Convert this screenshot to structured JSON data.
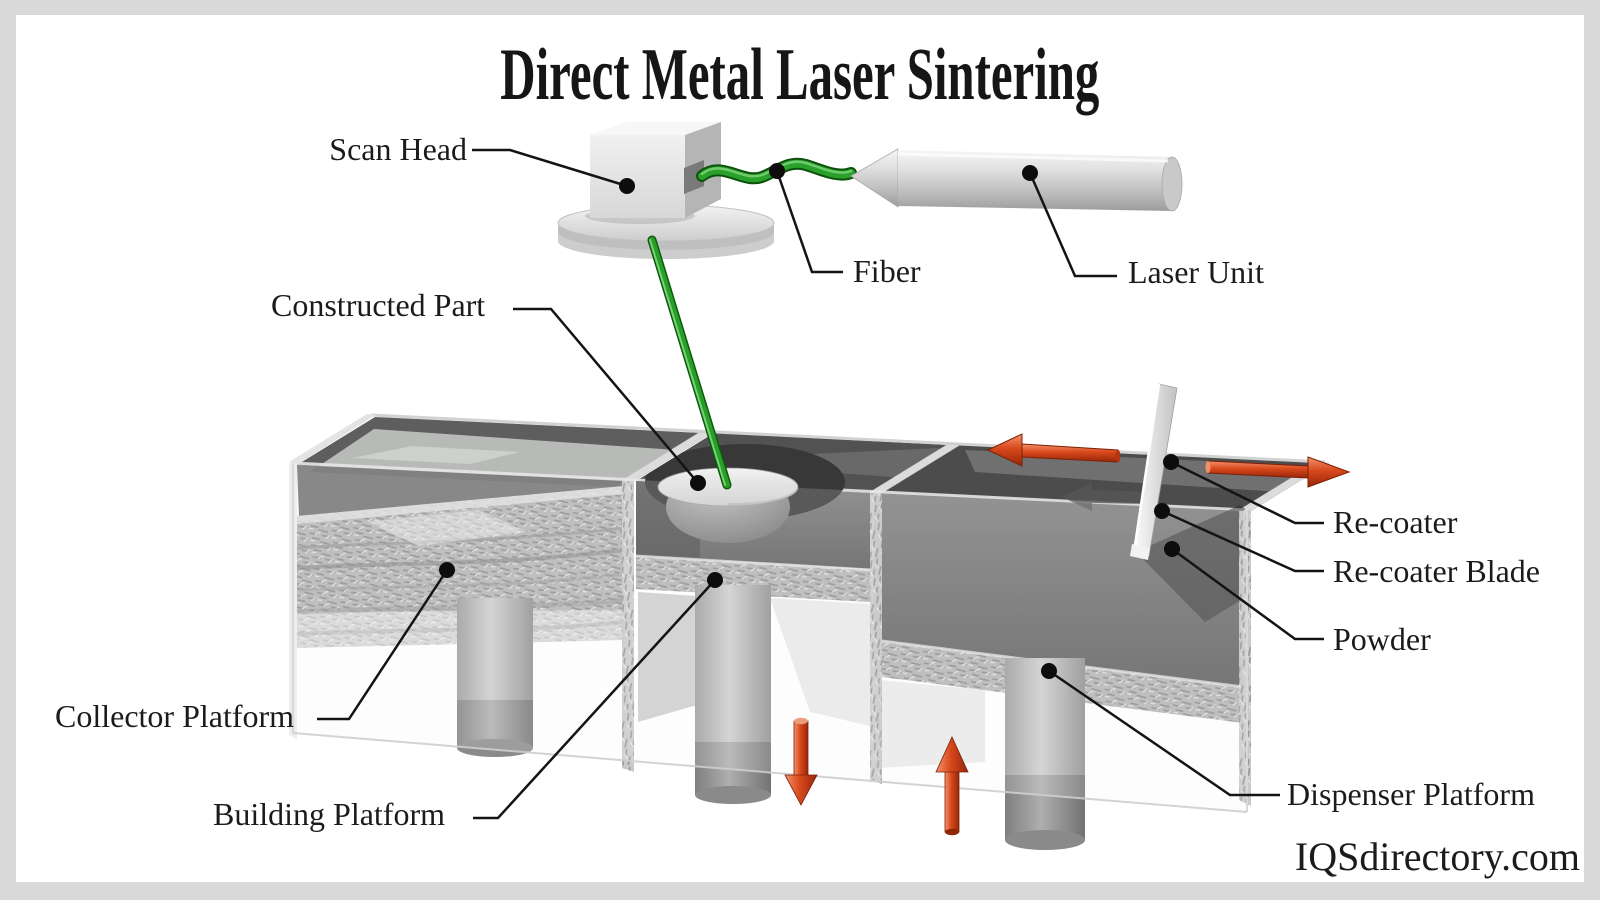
{
  "title": "Direct Metal Laser Sintering",
  "watermark": "IQSdirectory.com",
  "labels": {
    "scan_head": "Scan Head",
    "fiber": "Fiber",
    "laser_unit": "Laser Unit",
    "constructed_part": "Constructed Part",
    "re_coater": "Re-coater",
    "re_coater_blade": "Re-coater Blade",
    "powder": "Powder",
    "collector_platform": "Collector Platform",
    "building_platform": "Building Platform",
    "dispenser_platform": "Dispenser Platform"
  },
  "icons": {
    "recoater_move_left_arrow": "left-arrow-red",
    "recoater_move_right_arrow": "right-arrow-red",
    "powder_push_arrow": "left-arrow-gray",
    "building_platform_down_arrow": "down-arrow-red",
    "dispenser_platform_up_arrow": "up-arrow-red"
  },
  "colors": {
    "frame_gray": "#d9d9d9",
    "background": "#ffffff",
    "text": "#1b1b1b",
    "machine_gray": "#a9a9a9",
    "interior_dark": "#4f4f4f",
    "fiber_green": "#2aa12a",
    "beam_green": "#27a027",
    "arrow_red": "#d8491c",
    "motion_arrow_gray": "#565656"
  }
}
